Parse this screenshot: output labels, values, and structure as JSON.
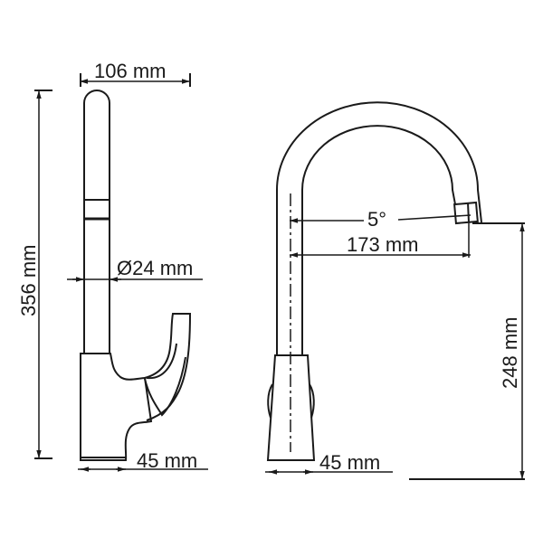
{
  "drawing": {
    "subject": "faucet-technical-drawing",
    "stroke_color": "#1a1a1a",
    "background": "#ffffff",
    "side_view": {
      "dimensions": {
        "spout_reach": "106 mm",
        "total_height": "356 mm",
        "pipe_diameter": "Ø24 mm",
        "base_width": "45 mm"
      }
    },
    "front_view": {
      "dimensions": {
        "aerator_angle": "5°",
        "spout_reach": "173 mm",
        "spout_height": "248 mm",
        "base_width": "45 mm"
      }
    }
  }
}
